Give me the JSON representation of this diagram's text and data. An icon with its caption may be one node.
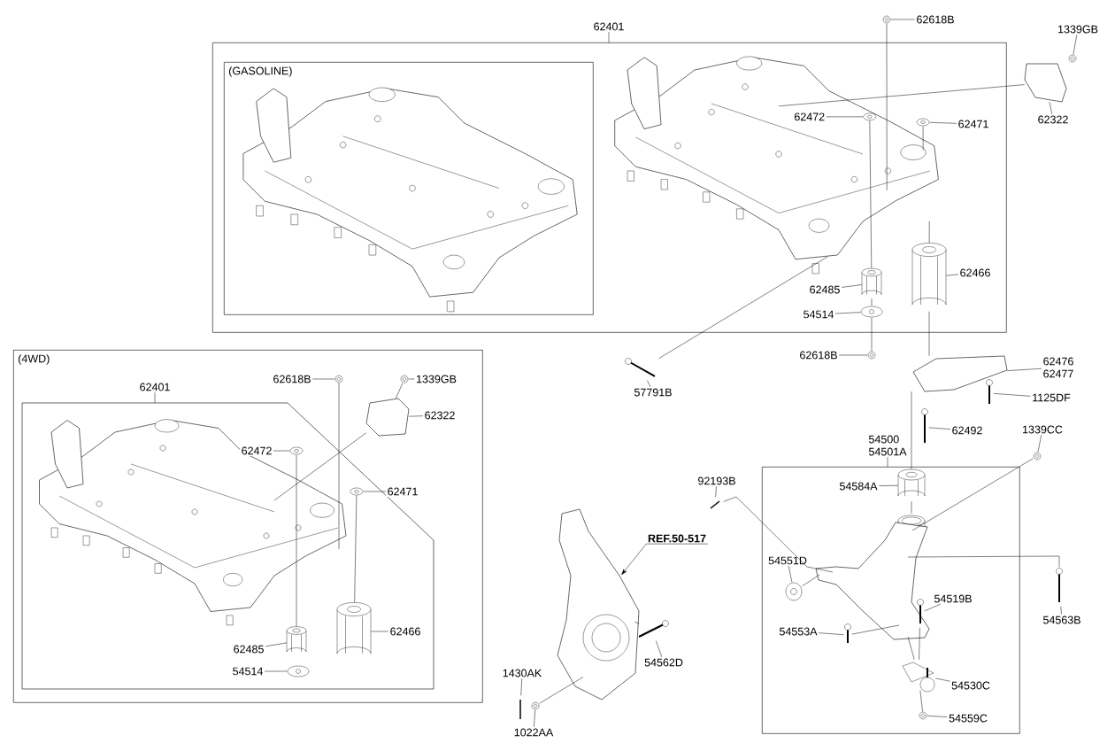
{
  "diagram": {
    "nodes": [
      {
        "text": [
          "62401"
        ]
      },
      {
        "text": [],
        "shape": "box"
      },
      {
        "text": [
          "(GASOLINE)"
        ],
        "in": 1
      },
      {
        "text": [
          "62618B"
        ]
      },
      {
        "text": [
          "1339GB"
        ]
      },
      {
        "text": [
          "62322"
        ]
      },
      {
        "text": [
          "62472"
        ],
        "in": 42
      },
      {
        "text": [
          "62471"
        ],
        "in": 1
      },
      {
        "text": [
          "62485"
        ],
        "in": 1
      },
      {
        "text": [
          "62466"
        ],
        "in": 1
      },
      {
        "text": [
          "54514"
        ],
        "in": 1
      },
      {
        "text": [
          "62618B"
        ]
      },
      {
        "text": [
          "57791B"
        ]
      },
      {
        "text": [
          "62476",
          "62477"
        ]
      },
      {
        "text": [
          "1125DF"
        ]
      },
      {
        "text": [
          "62492"
        ]
      },
      {
        "text": [
          "54500",
          "54501A"
        ]
      },
      {
        "text": [],
        "shape": "box"
      },
      {
        "text": [
          "1339CC"
        ]
      },
      {
        "text": [
          "92193B"
        ]
      },
      {
        "text": [
          "54584A"
        ],
        "in": 17
      },
      {
        "text": [
          "54551D"
        ],
        "in": 17
      },
      {
        "text": [
          "54519B"
        ],
        "in": 17
      },
      {
        "text": [
          "54563B"
        ]
      },
      {
        "text": [
          "54553A"
        ],
        "in": 17
      },
      {
        "text": [
          "54530C"
        ],
        "in": 17
      },
      {
        "text": [
          "54559C"
        ],
        "in": 17
      },
      {
        "text": [
          "REF.50-517"
        ]
      },
      {
        "text": [
          "54562D"
        ]
      },
      {
        "text": [
          "1430AK"
        ]
      },
      {
        "text": [
          "1022AA"
        ]
      },
      {
        "text": [
          "(4WD)"
        ]
      },
      {
        "text": [
          "62401"
        ],
        "in": 31
      },
      {
        "text": [],
        "shape": "box",
        "in": 31
      },
      {
        "text": [
          "62618B"
        ],
        "in": 31
      },
      {
        "text": [
          "1339GB"
        ],
        "in": 31
      },
      {
        "text": [
          "62322"
        ],
        "in": 31
      },
      {
        "text": [
          "62472"
        ],
        "in": 33
      },
      {
        "text": [
          "62471"
        ],
        "in": 31
      },
      {
        "text": [
          "62485"
        ],
        "in": 33
      },
      {
        "text": [
          "62466"
        ],
        "in": 33
      },
      {
        "text": [
          "54514"
        ],
        "in": 33
      },
      {
        "text": [],
        "shape": "picture",
        "in": 1
      },
      {
        "text": [],
        "shape": "picture"
      },
      {
        "text": [],
        "shape": "picture",
        "in": 42
      },
      {
        "text": [],
        "shape": "picture",
        "in": 1
      },
      {
        "text": [],
        "shape": "picture",
        "in": 1
      },
      {
        "text": [],
        "shape": "picture",
        "in": 1
      },
      {
        "text": [],
        "shape": "picture",
        "in": 1
      },
      {
        "text": [],
        "shape": "picture"
      },
      {
        "text": [],
        "shape": "picture"
      },
      {
        "text": [],
        "shape": "picture"
      },
      {
        "text": [],
        "shape": "picture"
      },
      {
        "text": [],
        "shape": "picture"
      },
      {
        "text": [],
        "shape": "picture"
      },
      {
        "text": [],
        "shape": "picture"
      },
      {
        "text": [],
        "shape": "picture",
        "in": 17
      },
      {
        "text": [],
        "shape": "picture",
        "in": 17
      },
      {
        "text": [],
        "shape": "picture",
        "in": 17
      },
      {
        "text": [],
        "shape": "picture",
        "in": 17
      },
      {
        "text": [],
        "shape": "picture",
        "in": 17
      },
      {
        "text": [],
        "shape": "picture",
        "in": 17
      },
      {
        "text": [],
        "shape": "picture",
        "in": 17
      },
      {
        "text": [],
        "shape": "picture",
        "in": 17
      },
      {
        "text": [],
        "shape": "picture"
      },
      {
        "text": [],
        "shape": "picture"
      },
      {
        "text": [],
        "shape": "picture"
      },
      {
        "text": [],
        "shape": "picture"
      },
      {
        "text": [],
        "shape": "picture"
      },
      {
        "text": [],
        "shape": "picture"
      },
      {
        "text": [],
        "shape": "picture"
      },
      {
        "text": [],
        "shape": "picture",
        "in": 33
      },
      {
        "text": [],
        "shape": "picture",
        "in": 31
      },
      {
        "text": [],
        "shape": "picture",
        "in": 31
      },
      {
        "text": [],
        "shape": "picture",
        "in": 31
      },
      {
        "text": [],
        "shape": "picture",
        "in": 33
      },
      {
        "text": [],
        "shape": "picture",
        "in": 33
      },
      {
        "text": [],
        "shape": "picture",
        "in": 33
      },
      {
        "text": [],
        "shape": "picture",
        "in": 33
      },
      {
        "text": [],
        "shape": "picture",
        "in": 33
      }
    ],
    "edges": [
      {
        "from": 0,
        "to": 1,
        "arrow": "none"
      },
      {
        "from": 3,
        "to": 43,
        "arrow": "none"
      },
      {
        "from": 4,
        "to": 52,
        "arrow": "none"
      },
      {
        "from": 5,
        "to": 51,
        "arrow": "none"
      },
      {
        "from": 6,
        "to": 44,
        "arrow": "none"
      },
      {
        "from": 7,
        "to": 46,
        "arrow": "none"
      },
      {
        "from": 8,
        "to": 45,
        "arrow": "none"
      },
      {
        "from": 9,
        "to": 47,
        "arrow": "none"
      },
      {
        "from": 10,
        "to": 48,
        "arrow": "none"
      },
      {
        "from": 11,
        "to": 49,
        "arrow": "none"
      },
      {
        "from": 12,
        "to": 50,
        "arrow": "none"
      },
      {
        "from": 13,
        "to": 53,
        "arrow": "none"
      },
      {
        "from": 14,
        "to": 54,
        "arrow": "none"
      },
      {
        "from": 15,
        "to": 55,
        "arrow": "none"
      },
      {
        "from": 16,
        "to": 17,
        "arrow": "none"
      },
      {
        "from": 18,
        "to": 64,
        "arrow": "none"
      },
      {
        "from": 19,
        "to": 65,
        "arrow": "none"
      },
      {
        "from": 20,
        "to": 56,
        "arrow": "none"
      },
      {
        "from": 21,
        "to": 59,
        "arrow": "none"
      },
      {
        "from": 22,
        "to": 60,
        "arrow": "none"
      },
      {
        "from": 23,
        "to": 66,
        "arrow": "none"
      },
      {
        "from": 24,
        "to": 61,
        "arrow": "none"
      },
      {
        "from": 25,
        "to": 62,
        "arrow": "none"
      },
      {
        "from": 26,
        "to": 63,
        "arrow": "none"
      },
      {
        "from": 27,
        "to": 67,
        "arrow": "to"
      },
      {
        "from": 28,
        "to": 68,
        "arrow": "none"
      },
      {
        "from": 29,
        "to": 69,
        "arrow": "none"
      },
      {
        "from": 30,
        "to": 70,
        "arrow": "none"
      },
      {
        "from": 32,
        "to": 33,
        "arrow": "none"
      },
      {
        "from": 34,
        "to": 72,
        "arrow": "none"
      },
      {
        "from": 35,
        "to": 73,
        "arrow": "none"
      },
      {
        "from": 36,
        "to": 74,
        "arrow": "none"
      },
      {
        "from": 37,
        "to": 75,
        "arrow": "none"
      },
      {
        "from": 38,
        "to": 76,
        "arrow": "none"
      },
      {
        "from": 39,
        "to": 77,
        "arrow": "none"
      },
      {
        "from": 40,
        "to": 78,
        "arrow": "none"
      },
      {
        "from": 41,
        "to": 79,
        "arrow": "none"
      },
      {
        "from": 43,
        "to": 42,
        "arrow": "none"
      },
      {
        "from": 44,
        "to": 45,
        "arrow": "none"
      },
      {
        "from": 46,
        "to": 42,
        "arrow": "none"
      },
      {
        "from": 42,
        "to": 47,
        "arrow": "none"
      },
      {
        "from": 47,
        "to": 53,
        "arrow": "none"
      },
      {
        "from": 45,
        "to": 48,
        "arrow": "none"
      },
      {
        "from": 48,
        "to": 49,
        "arrow": "none"
      },
      {
        "from": 51,
        "to": 42,
        "arrow": "none"
      },
      {
        "from": 50,
        "to": 42,
        "arrow": "none"
      },
      {
        "from": 53,
        "to": 56,
        "arrow": "none"
      },
      {
        "from": 56,
        "to": 57,
        "arrow": "none"
      },
      {
        "from": 64,
        "to": 58,
        "arrow": "none"
      },
      {
        "from": 65,
        "to": 58,
        "arrow": "none"
      },
      {
        "from": 58,
        "to": 66,
        "arrow": "none"
      },
      {
        "from": 59,
        "to": 58,
        "arrow": "none"
      },
      {
        "from": 61,
        "to": 58,
        "arrow": "none"
      },
      {
        "from": 60,
        "to": 62,
        "arrow": "none"
      },
      {
        "from": 62,
        "to": 63,
        "arrow": "none"
      },
      {
        "from": 58,
        "to": 62,
        "arrow": "none"
      },
      {
        "from": 68,
        "to": 67,
        "arrow": "none"
      },
      {
        "from": 70,
        "to": 67,
        "arrow": "none"
      },
      {
        "from": 72,
        "to": 71,
        "arrow": "none"
      },
      {
        "from": 73,
        "to": 74,
        "arrow": "none"
      },
      {
        "from": 74,
        "to": 71,
        "arrow": "none"
      },
      {
        "from": 75,
        "to": 77,
        "arrow": "none"
      },
      {
        "from": 76,
        "to": 78,
        "arrow": "none"
      }
    ]
  }
}
